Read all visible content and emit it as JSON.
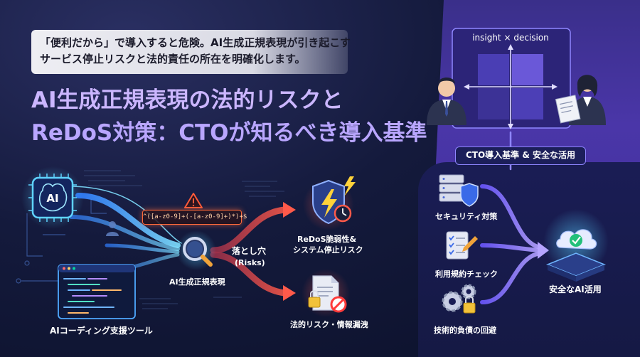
{
  "intro": {
    "line1": "「便利だから」で導入すると危険。AI生成正規表現が引き起こす",
    "line2": "サービス停止リスクと法的責任の所在を明確化します。"
  },
  "title": {
    "line1": "AI生成正規表現の法的リスクと",
    "line2": "ReDoS対策：CTOが知るべき導入基準"
  },
  "flow": {
    "ai_chip": "AI",
    "tool_label": "AIコーディング支援ツール",
    "regex_sample": "^([a-z0-9]+(-[a-z0-9]+)*)+$",
    "regex_label": "AI生成正規表現",
    "pitfall_label": "落とし穴",
    "pitfall_sub": "(Risks)",
    "risk1_line1": "ReDoS脆弱性&",
    "risk1_line2": "システム停止リスク",
    "risk2_label": "法的リスク・情報漏洩"
  },
  "right_panel": {
    "insight_label": "insight × decision",
    "cto_label": "CTO導入基準 & 安全な活用",
    "items": [
      {
        "label": "セキュリティ対策",
        "icon": "server-shield-icon"
      },
      {
        "label": "利用規約チェック",
        "icon": "checklist-icon"
      },
      {
        "label": "技術的負債の回避",
        "icon": "gears-icon"
      }
    ],
    "result_label": "安全なAI活用"
  },
  "colors": {
    "accent_purple": "#b9a6ff",
    "flow_blue": "#4fc3ff",
    "risk_red": "#ff5a4a",
    "panel_purple": "#4a36a8"
  }
}
